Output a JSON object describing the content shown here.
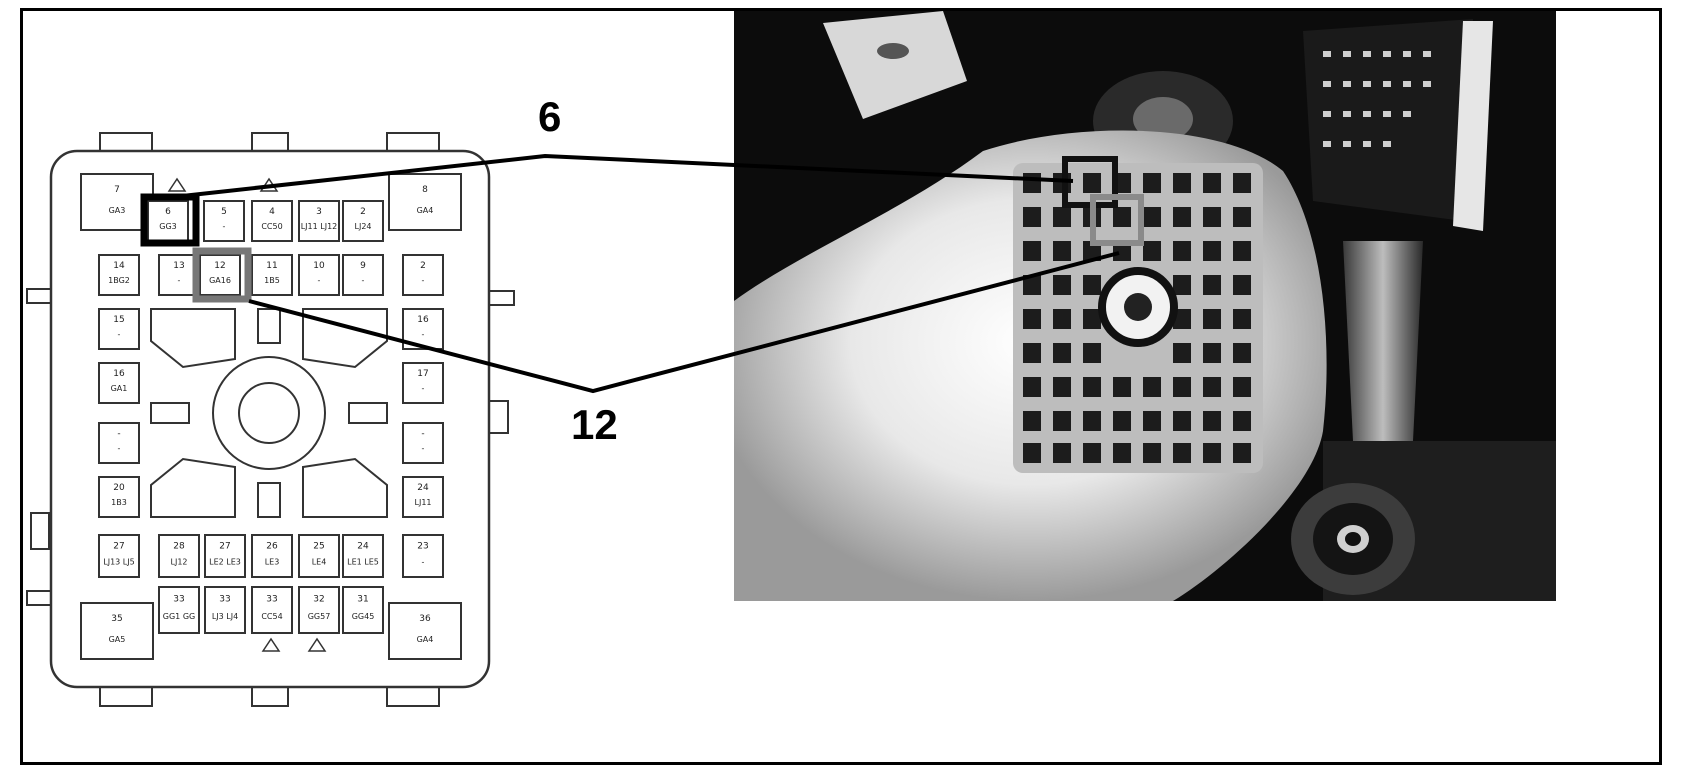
{
  "figure": {
    "callouts": [
      {
        "id": "callout-6",
        "label": "6"
      },
      {
        "id": "callout-12",
        "label": "12"
      }
    ],
    "connector": {
      "corner_cavities": [
        {
          "num": "7",
          "code": "GA3"
        },
        {
          "num": "8",
          "code": "GA4"
        },
        {
          "num": "36",
          "code": "GA4"
        },
        {
          "num": "35",
          "code": "GA5"
        }
      ],
      "top_row": [
        {
          "num": "6",
          "code": "GG3",
          "highlight": "callout-6"
        },
        {
          "num": "5",
          "code": "-"
        },
        {
          "num": "4",
          "code": "CC50"
        },
        {
          "num": "3",
          "code": "LJ11 LJ12"
        },
        {
          "num": "2",
          "code": "LJ24"
        }
      ],
      "second_row": [
        {
          "num": "14",
          "code": "1BG2"
        },
        {
          "num": "13",
          "code": "-"
        },
        {
          "num": "12",
          "code": "GA16",
          "highlight": "callout-12"
        },
        {
          "num": "11",
          "code": "1B5"
        },
        {
          "num": "10",
          "code": "-"
        },
        {
          "num": "9",
          "code": "-"
        },
        {
          "num": "2",
          "code": "-"
        }
      ],
      "left_column": [
        {
          "num": "15",
          "code": "-"
        },
        {
          "num": "16",
          "code": "GA1"
        },
        {
          "num": "-",
          "code": "-"
        },
        {
          "num": "20",
          "code": "1B3"
        }
      ],
      "right_column": [
        {
          "num": "16",
          "code": "-"
        },
        {
          "num": "17",
          "code": "-"
        },
        {
          "num": "-",
          "code": "-"
        },
        {
          "num": "24",
          "code": "LJ11"
        }
      ],
      "row_lower": [
        {
          "num": "27",
          "code": "LJ13 LJ5"
        },
        {
          "num": "28",
          "code": "LJ12"
        },
        {
          "num": "27",
          "code": "LE2 LE3"
        },
        {
          "num": "26",
          "code": "LE3"
        },
        {
          "num": "25",
          "code": "LE4"
        },
        {
          "num": "24",
          "code": "LE1 LE5"
        },
        {
          "num": "23",
          "code": "-"
        }
      ],
      "bottom_row": [
        {
          "num": "33",
          "code": "GG1 GG"
        },
        {
          "num": "33",
          "code": "LJ3 LJ4"
        },
        {
          "num": "33",
          "code": "CC54"
        },
        {
          "num": "32",
          "code": "GG57"
        },
        {
          "num": "31",
          "code": "GG45"
        }
      ]
    }
  }
}
